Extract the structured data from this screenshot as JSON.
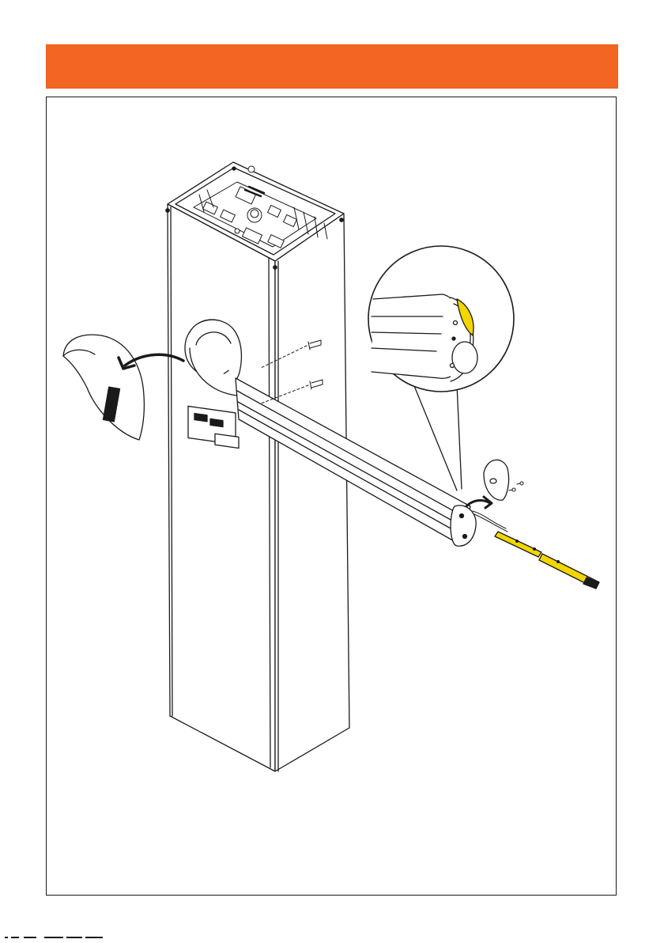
{
  "header": {
    "bar_color": "#F26522"
  },
  "figure": {
    "parts": [
      "column-cabinet",
      "control-board",
      "arm-hub-cover",
      "motor-cover-removed",
      "arrow-remove-cover",
      "screws",
      "barrier-arm",
      "arm-end-cap",
      "end-cap-screw",
      "led-strip",
      "detail-magnifier-circle"
    ],
    "accent_colors": {
      "led_strip": "#F2D600",
      "line": "#1A1A1A",
      "fill": "#FFFFFF"
    }
  }
}
